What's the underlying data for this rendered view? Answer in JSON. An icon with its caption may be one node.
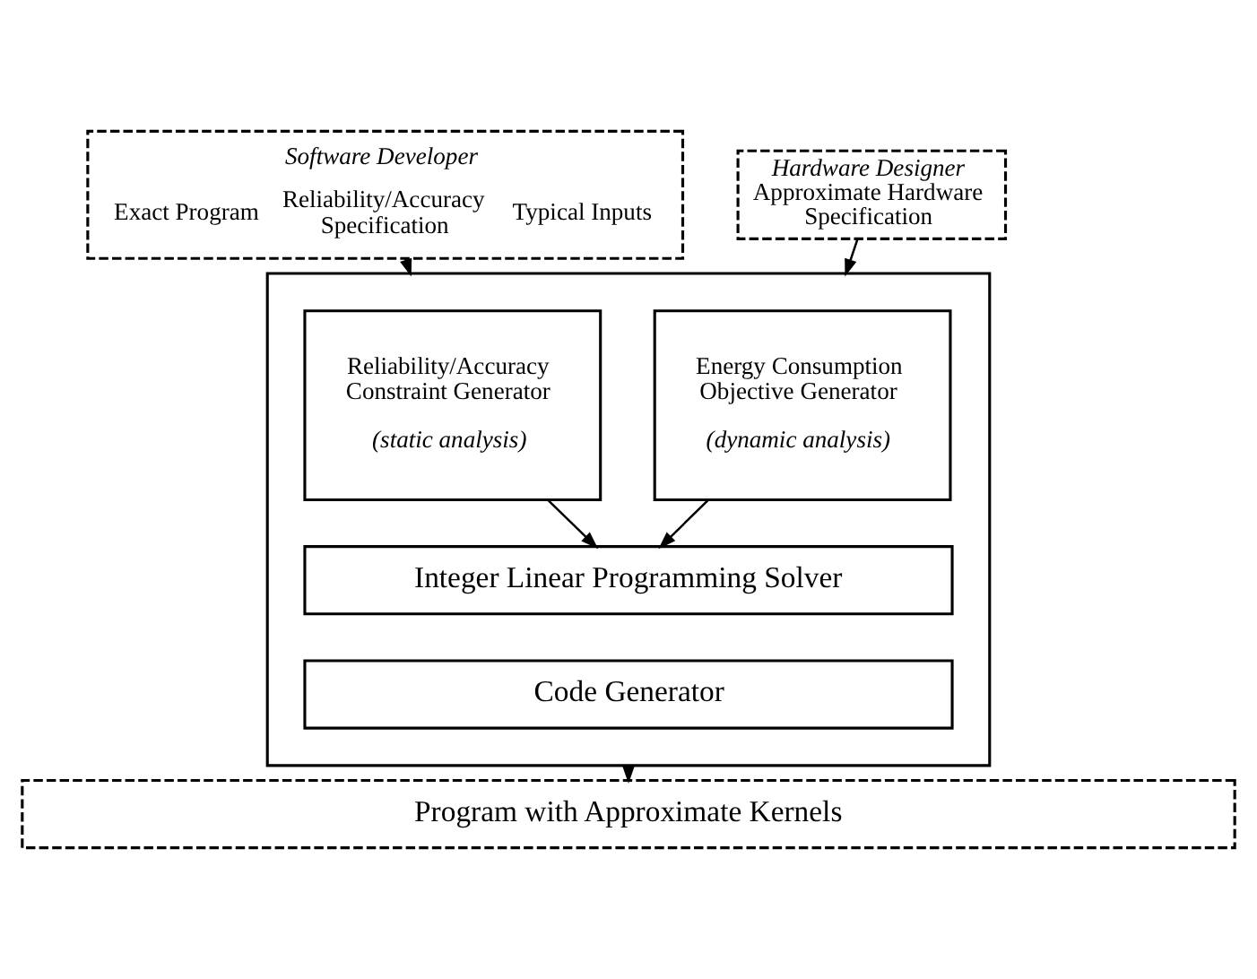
{
  "diagram": {
    "nodes": [
      {
        "text": [
          "Software Developer",
          "Exact Program",
          "Reliability/Accuracy Specification",
          "Typical Inputs"
        ]
      },
      {
        "text": [
          "Hardware Designer",
          "Approximate Hardware Specification"
        ]
      },
      {
        "text": [],
        "shape": "box"
      },
      {
        "text": [
          "Reliability/Accuracy Constraint Generator",
          "(static analysis)"
        ],
        "in": 2
      },
      {
        "text": [
          "Energy Consumption Objective Generator",
          "(dynamic analysis)"
        ],
        "in": 2
      },
      {
        "text": [
          "Integer Linear Programming Solver"
        ],
        "in": 2
      },
      {
        "text": [
          "Code Generator"
        ],
        "in": 2
      },
      {
        "text": [
          "Program with Approximate Kernels"
        ]
      }
    ],
    "edges": [
      {
        "from": 0,
        "to": 2,
        "arrow": "to"
      },
      {
        "from": 1,
        "to": 2,
        "arrow": "to"
      },
      {
        "from": 3,
        "to": 5,
        "arrow": "to"
      },
      {
        "from": 4,
        "to": 5,
        "arrow": "to"
      },
      {
        "from": 2,
        "to": 7,
        "arrow": "to"
      }
    ]
  }
}
